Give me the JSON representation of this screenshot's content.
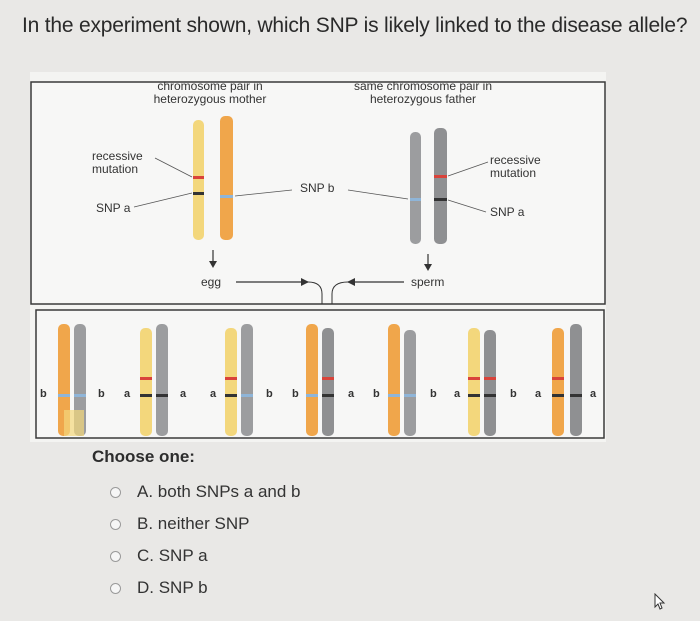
{
  "question": {
    "text": "In the experiment shown, which SNP is likely linked to the disease allele?"
  },
  "figure": {
    "mother_label": "chromosome pair in heterozygous mother",
    "father_label": "same chromosome pair in heterozygous father",
    "recessive_mutation_left": "recessive mutation",
    "recessive_mutation_right": "recessive mutation",
    "snp_a_left": "SNP a",
    "snp_a_right": "SNP a",
    "snp_b": "SNP b",
    "egg": "egg",
    "sperm": "sperm",
    "offspring_letters": [
      "b",
      "b",
      "a",
      "a",
      "a",
      "b",
      "b",
      "a",
      "b",
      "b",
      "a",
      "b",
      "a",
      "a"
    ],
    "colors": {
      "orange": "#f0a64b",
      "yellow": "#f3d77c",
      "gray": "#8f9092",
      "red_band": "#d9433a",
      "blue_band": "#8fb5d8"
    }
  },
  "answers": {
    "prompt": "Choose one:",
    "options": [
      {
        "key": "A",
        "label": "A. both SNPs a and b"
      },
      {
        "key": "B",
        "label": "B. neither SNP"
      },
      {
        "key": "C",
        "label": "C. SNP a"
      },
      {
        "key": "D",
        "label": "D. SNP b"
      }
    ]
  }
}
